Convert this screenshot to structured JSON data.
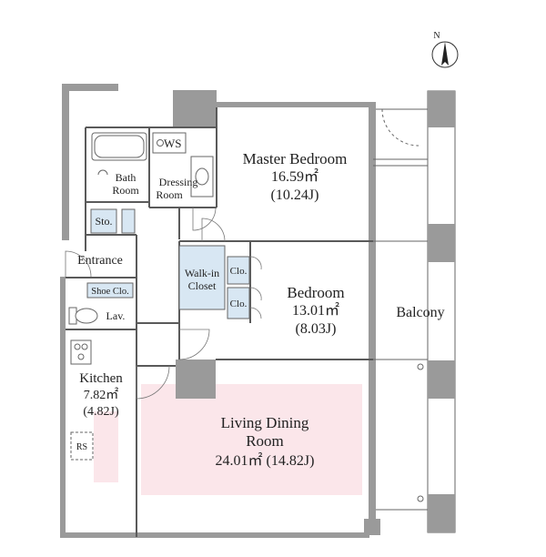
{
  "compass": {
    "label": "N"
  },
  "rooms": {
    "master_bedroom": {
      "name": "Master Bedroom",
      "area": "16.59㎡",
      "tatami": "(10.24J)"
    },
    "bedroom": {
      "name": "Bedroom",
      "area": "13.01㎡",
      "tatami": "(8.03J)"
    },
    "living_dining": {
      "name_line1": "Living Dining",
      "name_line2": "Room",
      "area": "24.01㎡ (14.82J)"
    },
    "kitchen": {
      "name": "Kitchen",
      "area": "7.82㎡",
      "tatami": "(4.82J)"
    },
    "balcony": {
      "name": "Balcony"
    },
    "bath": {
      "line1": "Bath",
      "line2": "Room"
    },
    "dressing": {
      "line1": "Dressing",
      "line2": "Room"
    },
    "walk_in": {
      "line1": "Walk-in",
      "line2": "Closet"
    },
    "entrance": {
      "name": "Entrance"
    }
  },
  "fixtures": {
    "ws": "WS",
    "storage": "Sto.",
    "shoe_closet": "Shoe Clo.",
    "lavatory": "Lav.",
    "closet_1": "Clo.",
    "closet_2": "Clo.",
    "refrigerator_space": "RS"
  },
  "colors": {
    "wall": "#9a9a9a",
    "closet": "#d8e7f3",
    "living": "#fbe6ea"
  }
}
